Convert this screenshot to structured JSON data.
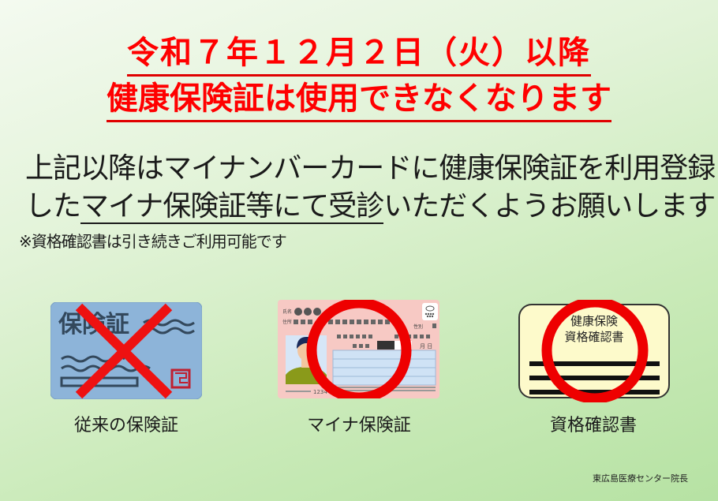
{
  "headline": {
    "line1": "令和７年１２月２日（火）以降",
    "line2": "健康保険証は使用できなくなります",
    "color": "#ff0000"
  },
  "body": {
    "line1": "上記以降はマイナンバーカードに健康保険証を利用登録",
    "line2_prefix": "した",
    "line2_underlined": "マイナ保険証等にて受診",
    "line2_suffix": "いただくようお願いします"
  },
  "note": "※資格確認書は引き続きご利用可能です",
  "cards": [
    {
      "caption": "従来の保険証",
      "card_title": "保険証",
      "mark": "cross",
      "mark_icon": "red-x-mark",
      "card_color": "#8db4d9"
    },
    {
      "caption": "マイナ保険証",
      "card_number": "1234",
      "card_labels": {
        "name": "氏名",
        "address": "住所",
        "sex": "性別",
        "date": "月 日"
      },
      "mark": "circle",
      "mark_icon": "red-circle-mark",
      "card_color": "#f7c9c4"
    },
    {
      "caption": "資格確認書",
      "card_title_line1": "健康保険",
      "card_title_line2": "資格確認書",
      "mark": "circle",
      "mark_icon": "red-circle-mark",
      "card_color": "#fdfacb"
    }
  ],
  "footer": "東広島医療センター院長"
}
